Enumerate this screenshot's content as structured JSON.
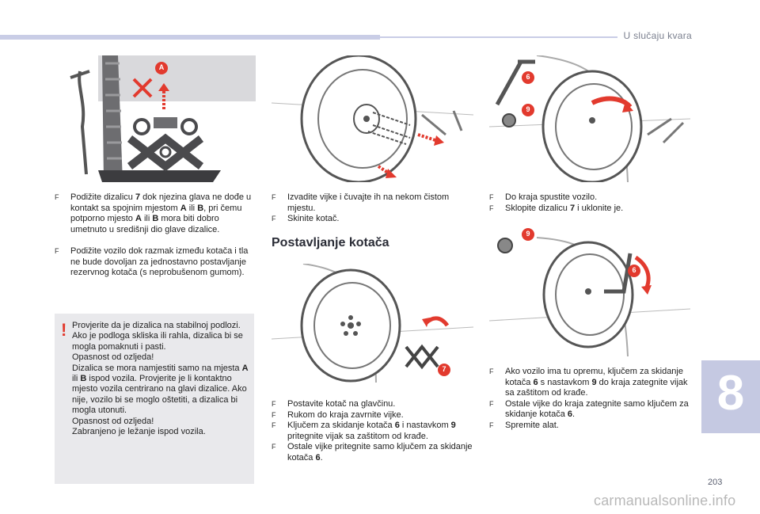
{
  "header": {
    "chapter_title": "U slučaju kvara"
  },
  "chapter_number": "8",
  "page_number": "203",
  "watermark": "carmanualsonline.info",
  "figures": {
    "fig1_label": "A",
    "fig3_labels": [
      "6",
      "9"
    ],
    "fig4_label": "7",
    "fig5_labels": [
      "9",
      "6"
    ]
  },
  "col1": {
    "bullets": [
      [
        "Podižite dizalicu ",
        "7",
        " dok njezina glava ne dođe u kontakt sa spojnim mjestom ",
        "A",
        " ili ",
        "B",
        ", pri čemu potporno mjesto ",
        "A",
        " ili ",
        "B",
        " mora biti dobro umetnuto u središnji dio glave dizalice."
      ],
      [
        "Podižite vozilo dok razmak između kotača i tla ne bude dovoljan za jednostavno postavljanje rezervnog kotača (s neprobušenom gumom)."
      ]
    ],
    "warning": [
      [
        "Provjerite da je dizalica na stabilnoj podlozi. Ako je podloga skliska ili rahla, dizalica bi se mogla pomaknuti i pasti."
      ],
      [
        "Opasnost od ozljeda!"
      ],
      [
        "Dizalica se mora namjestiti samo na mjesta ",
        "A",
        " ili ",
        "B",
        " ispod vozila. Provjerite je li kontaktno mjesto vozila centrirano na glavi dizalice. Ako nije, vozilo bi se moglo oštetiti, a dizalica bi mogla utonuti."
      ],
      [
        "Opasnost od ozljeda!"
      ],
      [
        "Zabranjeno je ležanje ispod vozila."
      ]
    ]
  },
  "col2": {
    "bullets_top": [
      [
        "Izvadite vijke i čuvajte ih na nekom čistom mjestu."
      ],
      [
        "Skinite kotač."
      ]
    ],
    "heading": "Postavljanje kotača",
    "bullets_bottom": [
      [
        "Postavite kotač na glavčinu."
      ],
      [
        "Rukom do kraja zavrnite vijke."
      ],
      [
        "Ključem za skidanje kotača ",
        "6",
        " i nastavkom ",
        "9",
        " pritegnite vijak sa zaštitom od krađe."
      ],
      [
        "Ostale vijke pritegnite samo ključem za skidanje kotača ",
        "6",
        "."
      ]
    ]
  },
  "col3": {
    "bullets_top": [
      [
        "Do kraja spustite vozilo."
      ],
      [
        "Sklopite dizalicu ",
        "7",
        " i uklonite je."
      ]
    ],
    "bullets_bottom": [
      [
        "Ako vozilo ima tu opremu, ključem za skidanje kotača ",
        "6",
        " s nastavkom ",
        "9",
        " do kraja zategnite vijak sa zaštitom od krađe."
      ],
      [
        "Ostale vijke do kraja zategnite samo ključem za skidanje kotača ",
        "6",
        "."
      ],
      [
        "Spremite alat."
      ]
    ]
  },
  "bullet_marker": "F"
}
